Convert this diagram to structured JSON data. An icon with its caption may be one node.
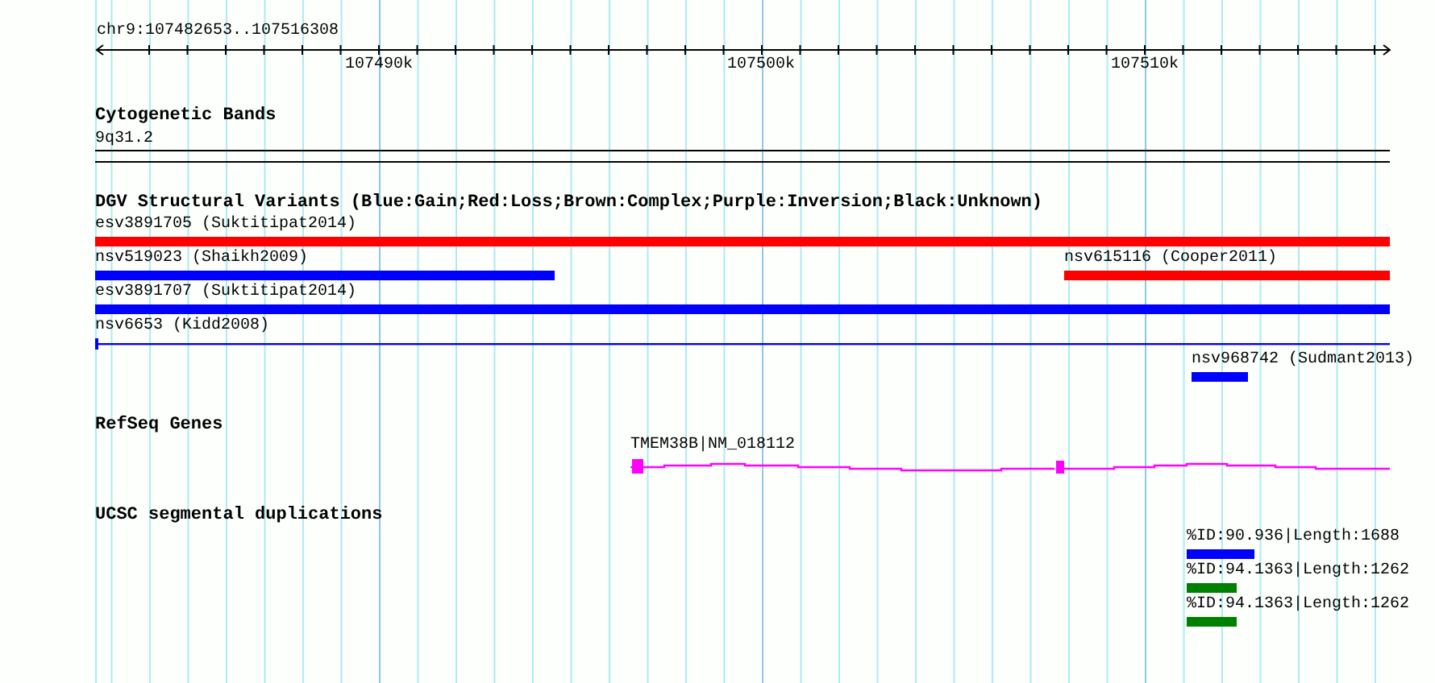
{
  "diagram": {
    "nodes": [
      {
        "text": [
          "9q31.2"
        ]
      },
      {
        "text": [
          "esv3891705 (Suktitipat2014)"
        ]
      },
      {
        "text": [
          "nsv519023 (Shaikh2009)"
        ]
      },
      {
        "text": [
          "nsv615116 (Cooper2011)"
        ]
      },
      {
        "text": [
          "esv3891707 (Suktitipat2014)"
        ]
      },
      {
        "text": [
          "nsv6653 (Kidd2008)"
        ]
      },
      {
        "text": [
          "nsv968742 (Sudmant2013)"
        ]
      },
      {
        "text": [
          "TMEM38B|NM_018112"
        ]
      },
      {
        "text": [
          "%ID:90.936|Length:1688"
        ]
      },
      {
        "text": [
          "%ID:94.1363|Length:1262"
        ]
      },
      {
        "text": [
          "%ID:94.1363|Length:1262"
        ]
      }
    ],
    "labels": [
      "chr9:107482653..107516308",
      "107490k",
      "107500k",
      "107510k",
      "Cytogenetic Bands",
      "DGV Structural Variants (Blue:Gain;Red:Loss;Brown:Complex;Purple:Inversion;Black:Unknown)",
      "RefSeq Genes",
      "UCSC segmental duplications"
    ]
  }
}
